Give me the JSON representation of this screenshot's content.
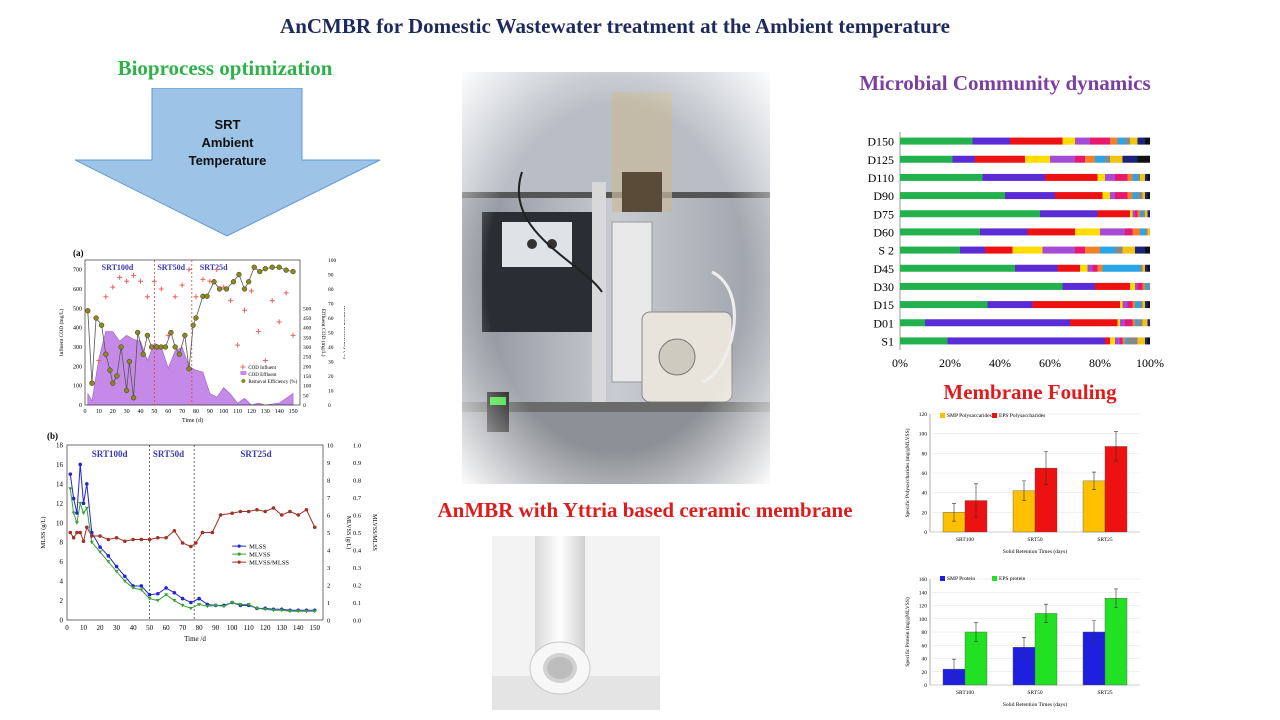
{
  "titles": {
    "main": "AnCMBR for Domestic Wastewater treatment at the Ambient temperature",
    "bioprocess": "Bioprocess optimization",
    "microbial": "Microbial Community  dynamics",
    "fouling": "Membrane Fouling",
    "anmbr": "AnMBR  with Yttria based ceramic membrane"
  },
  "arrow": {
    "lines": [
      "SRT",
      "Ambient",
      "Temperature"
    ],
    "fill": "#9dc3e6",
    "stroke": "#5b9bd5"
  },
  "colors": {
    "green": "#22b14c",
    "blue": "#3333dd",
    "purple": "#5b2bd6",
    "red": "#ee1111",
    "yellow": "#ffcc00",
    "cod_fill": "#c58ae8",
    "olive": "#808000",
    "brown": "#a0302a"
  },
  "chart_data": [
    {
      "id": "cod",
      "type": "area",
      "panel_label": "(a)",
      "phases": [
        "SRT100d",
        "SRT50d",
        "SRT25d"
      ],
      "phase_boundaries": [
        50,
        77
      ],
      "xlabel": "Time (d)",
      "ylabel_left": "Influent COD (mg/L)",
      "ylabel_right": "Effluent COD (mg/L)",
      "ylabel_right2": "Removal Efficiency (%)",
      "x_ticks": [
        "0",
        "10",
        "20",
        "30",
        "40",
        "50",
        "60",
        "70",
        "80",
        "90",
        "100",
        "110",
        "120",
        "130",
        "140",
        "150"
      ],
      "y_left_ticks": [
        "0",
        "100",
        "200",
        "300",
        "400",
        "500",
        "600",
        "700"
      ],
      "y_right_ticks": [
        "0",
        "50",
        "100",
        "150",
        "200",
        "250",
        "300",
        "350",
        "400",
        "450",
        "500"
      ],
      "y_right2_ticks": [
        "0",
        "10",
        "20",
        "30",
        "40",
        "50",
        "60",
        "70",
        "80",
        "90",
        "100"
      ],
      "xlim": [
        0,
        155
      ],
      "ylim_left": [
        0,
        750
      ],
      "ylim_right": [
        0,
        100
      ],
      "legend": [
        "COD Influent",
        "COD Effluent",
        "Removal Efficiency (%)"
      ],
      "influent": {
        "x": [
          5,
          10,
          15,
          20,
          25,
          30,
          35,
          40,
          45,
          50,
          55,
          60,
          65,
          70,
          75,
          80,
          85,
          90,
          95,
          100,
          105,
          110,
          115,
          120,
          125,
          130,
          135,
          140,
          145,
          150
        ],
        "y": [
          120,
          230,
          560,
          610,
          660,
          640,
          670,
          640,
          560,
          640,
          600,
          360,
          560,
          620,
          700,
          560,
          650,
          640,
          700,
          610,
          540,
          310,
          490,
          590,
          380,
          230,
          540,
          430,
          580,
          360
        ]
      },
      "effluent": {
        "x": [
          2,
          5,
          10,
          15,
          20,
          25,
          30,
          35,
          40,
          45,
          50,
          55,
          60,
          65,
          70,
          75,
          80,
          85,
          90,
          95,
          100,
          105,
          110,
          115,
          120,
          125,
          130,
          140,
          150
        ],
        "y": [
          60,
          20,
          240,
          380,
          380,
          330,
          360,
          340,
          330,
          230,
          320,
          300,
          190,
          280,
          300,
          200,
          180,
          170,
          60,
          40,
          90,
          55,
          10,
          35,
          0,
          10,
          0,
          10,
          60
        ]
      },
      "removal": {
        "x": [
          2,
          5,
          8,
          12,
          15,
          18,
          20,
          23,
          26,
          30,
          32,
          35,
          38,
          42,
          45,
          48,
          52,
          55,
          58,
          62,
          65,
          68,
          72,
          75,
          78,
          80,
          85,
          88,
          93,
          97,
          102,
          107,
          111,
          115,
          118,
          122,
          126,
          130,
          135,
          140,
          145,
          150
        ],
        "y": [
          65,
          15,
          60,
          55,
          35,
          24,
          15,
          20,
          40,
          10,
          30,
          5,
          50,
          35,
          48,
          40,
          40,
          40,
          40,
          50,
          40,
          35,
          48,
          25,
          55,
          60,
          75,
          75,
          85,
          80,
          80,
          85,
          90,
          80,
          85,
          95,
          92,
          94,
          95,
          95,
          93,
          92
        ]
      }
    },
    {
      "id": "mlss",
      "type": "line",
      "panel_label": "(b)",
      "phases": [
        "SRT100d",
        "SRT50d",
        "SRT25d"
      ],
      "phase_boundaries": [
        50,
        77
      ],
      "xlabel": "Time /d",
      "ylabel_left": "MLSS (g/L)",
      "ylabel_right": "MLVSS (g/L)",
      "ylabel_right2": "MLVSS/MLSS",
      "x_ticks": [
        "0",
        "10",
        "20",
        "30",
        "40",
        "50",
        "60",
        "70",
        "80",
        "90",
        "100",
        "110",
        "120",
        "130",
        "140",
        "150"
      ],
      "y_left_ticks": [
        "0",
        "2",
        "4",
        "6",
        "8",
        "10",
        "12",
        "14",
        "16",
        "18"
      ],
      "y_right_ticks": [
        "0",
        "1",
        "2",
        "3",
        "4",
        "5",
        "6",
        "7",
        "8",
        "9",
        "10"
      ],
      "y_right2_ticks": [
        "0.0",
        "0.1",
        "0.2",
        "0.3",
        "0.4",
        "0.5",
        "0.6",
        "0.7",
        "0.8",
        "0.9",
        "1.0"
      ],
      "xlim": [
        0,
        155
      ],
      "ylim_left": [
        0,
        18
      ],
      "ylim_right2": [
        0,
        1.0
      ],
      "legend": [
        "MLSS",
        "MLVSS",
        "MLVSS/MLSS"
      ],
      "mlss": {
        "x": [
          2,
          4,
          6,
          8,
          10,
          12,
          15,
          20,
          25,
          30,
          35,
          40,
          45,
          50,
          55,
          60,
          65,
          70,
          75,
          80,
          85,
          90,
          95,
          100,
          105,
          110,
          115,
          120,
          125,
          130,
          135,
          140,
          145,
          150
        ],
        "y": [
          15,
          12.5,
          11,
          16,
          12,
          14,
          9,
          7.5,
          6.6,
          5.5,
          4.5,
          3.5,
          3.5,
          2.6,
          2.7,
          3.3,
          2.8,
          2.2,
          1.8,
          2.2,
          1.6,
          1.5,
          1.5,
          1.8,
          1.5,
          1.5,
          1.2,
          1.2,
          1.1,
          1.1,
          1.0,
          1.0,
          1.0,
          1.0
        ]
      },
      "mlvss": {
        "x": [
          2,
          4,
          6,
          8,
          10,
          12,
          15,
          20,
          25,
          30,
          35,
          40,
          45,
          50,
          55,
          60,
          65,
          70,
          75,
          80,
          85,
          90,
          95,
          100,
          105,
          110,
          115,
          120,
          125,
          130,
          135,
          140,
          145,
          150
        ],
        "y": [
          13.5,
          11,
          10,
          12,
          11,
          11.5,
          8,
          7,
          6,
          5,
          4,
          3.3,
          3.1,
          2.2,
          2.0,
          2.6,
          2.0,
          1.5,
          1.2,
          1.6,
          1.4,
          1.5,
          1.4,
          1.8,
          1.6,
          1.6,
          1.2,
          1.1,
          1.0,
          1.0,
          0.9,
          0.9,
          0.9,
          0.9
        ]
      },
      "ratio": {
        "x": [
          2,
          4,
          6,
          8,
          10,
          12,
          15,
          20,
          25,
          30,
          35,
          40,
          45,
          50,
          55,
          60,
          65,
          70,
          75,
          78,
          82,
          88,
          93,
          100,
          105,
          110,
          115,
          120,
          125,
          130,
          135,
          140,
          145,
          150
        ],
        "y": [
          0.5,
          0.47,
          0.5,
          0.5,
          0.45,
          0.53,
          0.48,
          0.48,
          0.46,
          0.47,
          0.45,
          0.46,
          0.46,
          0.46,
          0.47,
          0.47,
          0.51,
          0.44,
          0.42,
          0.44,
          0.5,
          0.5,
          0.6,
          0.61,
          0.62,
          0.62,
          0.63,
          0.62,
          0.64,
          0.6,
          0.62,
          0.6,
          0.63,
          0.53
        ]
      }
    },
    {
      "id": "microbial",
      "type": "bar",
      "orientation": "horizontal-stacked-percent",
      "categories": [
        "D150",
        "D125",
        "D110",
        "D90",
        "D75",
        "D60",
        "S 2",
        "D45",
        "D30",
        "D15",
        "D01",
        "S1"
      ],
      "x_ticks": [
        "0%",
        "20%",
        "40%",
        "60%",
        "80%",
        "100%"
      ],
      "segment_colors": [
        "#22b14c",
        "#5b2bd6",
        "#ee1111",
        "#ffdd00",
        "#a64bd6",
        "#e6196c",
        "#f07f2a",
        "#2aa5e8",
        "#888888",
        "#f1c40f",
        "#1a237e",
        "#111111"
      ],
      "rows": [
        [
          29,
          15,
          21,
          5,
          6,
          8,
          3,
          3,
          2,
          3,
          3,
          2
        ],
        [
          21,
          9,
          20,
          10,
          10,
          4,
          4,
          4,
          2,
          5,
          6,
          5
        ],
        [
          33,
          25,
          21,
          3,
          4,
          5,
          2,
          2,
          1,
          2,
          1,
          1
        ],
        [
          42,
          20,
          19,
          3,
          2,
          5,
          2,
          2,
          2,
          1,
          1,
          1
        ],
        [
          56,
          23,
          13,
          1,
          1,
          1,
          1,
          1,
          1,
          1,
          1,
          0
        ],
        [
          32,
          19,
          19,
          10,
          10,
          3,
          3,
          2,
          1,
          1,
          0,
          0
        ],
        [
          24,
          10,
          11,
          12,
          13,
          4,
          6,
          6,
          3,
          5,
          4,
          2
        ],
        [
          46,
          17,
          9,
          3,
          2,
          2,
          2,
          15,
          1,
          1,
          1,
          1
        ],
        [
          65,
          13,
          14,
          2,
          1,
          2,
          1,
          1,
          1,
          0,
          0,
          0
        ],
        [
          35,
          18,
          35,
          1,
          2,
          2,
          1,
          2,
          1,
          1,
          1,
          1
        ],
        [
          10,
          58,
          19,
          1,
          2,
          3,
          1,
          1,
          2,
          2,
          1,
          0
        ],
        [
          19,
          63,
          2,
          2,
          2,
          1,
          1,
          1,
          4,
          3,
          1,
          1
        ]
      ]
    },
    {
      "id": "polysaccharides",
      "type": "bar",
      "categories": [
        "SRT100",
        "SRT50",
        "SRT25"
      ],
      "xlabel": "Solid Retention Times  (days)",
      "ylabel": "Specific Polysaccharides (mg/gMLVSS)",
      "y_ticks": [
        "0",
        "20",
        "40",
        "60",
        "80",
        "100",
        "120"
      ],
      "ylim": [
        0,
        120
      ],
      "series": [
        {
          "name": "SMP Polysaccarides",
          "color": "#ffc000",
          "values": [
            20,
            42,
            52
          ],
          "errors": [
            9,
            10,
            9
          ]
        },
        {
          "name": "EPS Polysaccharides",
          "color": "#ee1111",
          "values": [
            32,
            65,
            87
          ],
          "errors": [
            17,
            17,
            15
          ]
        }
      ]
    },
    {
      "id": "protein",
      "type": "bar",
      "categories": [
        "SRT100",
        "SRT50",
        "SRT25"
      ],
      "xlabel": "Solid Retention Times  (days)",
      "ylabel": "Specific Protein (mg/gMLVSS)",
      "y_ticks": [
        "0",
        "20",
        "40",
        "60",
        "80",
        "100",
        "120",
        "140",
        "160"
      ],
      "ylim": [
        0,
        160
      ],
      "series": [
        {
          "name": "SMP Protein",
          "color": "#1f1fe0",
          "values": [
            24,
            57,
            80
          ],
          "errors": [
            15,
            15,
            17
          ]
        },
        {
          "name": "EPS protein",
          "color": "#22e022",
          "values": [
            80,
            108,
            131
          ],
          "errors": [
            14,
            14,
            14
          ]
        }
      ]
    }
  ]
}
